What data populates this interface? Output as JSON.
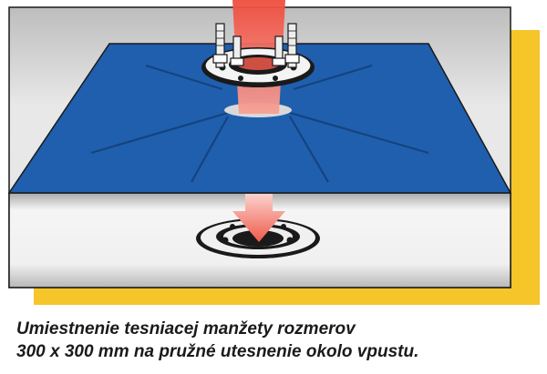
{
  "caption": {
    "line1": "Umiestnenie tesniacej manžety rozmerov",
    "line2": "300 x 300 mm na pružné utesnenie okolo vpustu."
  },
  "colors": {
    "accent_shadow": "#f6c52a",
    "membrane": "#1f5fae",
    "membrane_dark": "#15407a",
    "slab_light": "#f2f2f2",
    "slab_dark": "#bfbfbf",
    "arrow": "#ef5a4b",
    "outline": "#1a1a1a"
  },
  "icons": {
    "arrow_top": "down-arrow-icon",
    "arrow_bottom": "down-arrow-icon",
    "flange_top": "drain-flange-with-bolts",
    "drain_bottom": "floor-drain-outlet"
  }
}
